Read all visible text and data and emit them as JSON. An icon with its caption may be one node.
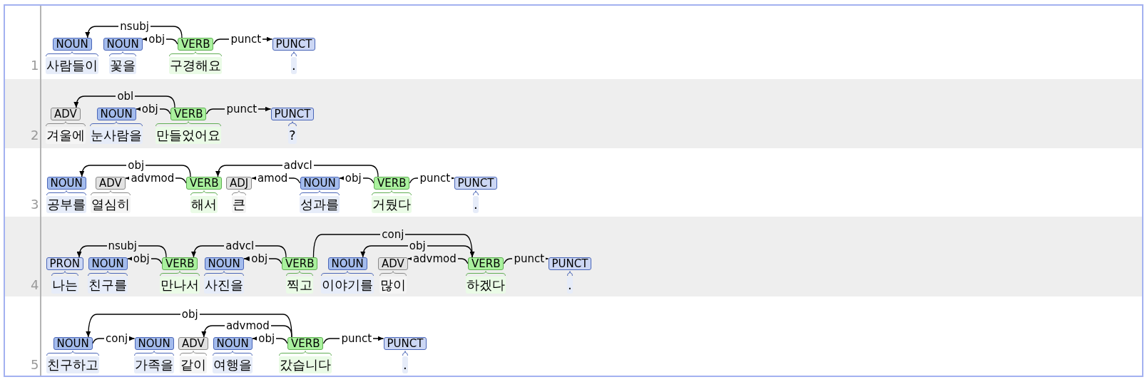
{
  "diagram": {
    "nodes": [
      {
        "text": [
          "1"
        ]
      },
      {
        "text": [
          "NOUN"
        ],
        "beside": [
          "사람들이"
        ],
        "in": 0
      },
      {
        "text": [
          "NOUN"
        ],
        "beside": [
          "꽃을"
        ],
        "in": 0
      },
      {
        "text": [
          "VERB"
        ],
        "beside": [
          "구경해요"
        ],
        "in": 0
      },
      {
        "text": [
          "PUNCT"
        ],
        "beside": [
          "."
        ],
        "in": 0
      },
      {
        "text": [
          "2"
        ]
      },
      {
        "text": [
          "ADV"
        ],
        "beside": [
          "겨울에"
        ],
        "in": 5
      },
      {
        "text": [
          "NOUN"
        ],
        "beside": [
          "눈사람을"
        ],
        "in": 5
      },
      {
        "text": [
          "VERB"
        ],
        "beside": [
          "만들었어요"
        ],
        "in": 5
      },
      {
        "text": [
          "PUNCT"
        ],
        "beside": [
          "?"
        ],
        "in": 5
      },
      {
        "text": [
          "3"
        ]
      },
      {
        "text": [
          "NOUN"
        ],
        "beside": [
          "공부를"
        ],
        "in": 10
      },
      {
        "text": [
          "ADV"
        ],
        "beside": [
          "열심히"
        ],
        "in": 10
      },
      {
        "text": [
          "VERB"
        ],
        "beside": [
          "해서"
        ],
        "in": 10
      },
      {
        "text": [
          "ADJ"
        ],
        "beside": [
          "큰"
        ],
        "in": 10
      },
      {
        "text": [
          "NOUN"
        ],
        "beside": [
          "성과를"
        ],
        "in": 10
      },
      {
        "text": [
          "VERB"
        ],
        "beside": [
          "거뒀다"
        ],
        "in": 10
      },
      {
        "text": [
          "PUNCT"
        ],
        "beside": [
          "."
        ],
        "in": 10
      },
      {
        "text": [
          "4"
        ]
      },
      {
        "text": [
          "PRON"
        ],
        "beside": [
          "나는"
        ],
        "in": 18
      },
      {
        "text": [
          "NOUN"
        ],
        "beside": [
          "친구를"
        ],
        "in": 18
      },
      {
        "text": [
          "VERB"
        ],
        "beside": [
          "만나서"
        ],
        "in": 18
      },
      {
        "text": [
          "NOUN"
        ],
        "beside": [
          "사진을"
        ],
        "in": 18
      },
      {
        "text": [
          "VERB"
        ],
        "beside": [
          "찍고"
        ],
        "in": 18
      },
      {
        "text": [
          "NOUN"
        ],
        "beside": [
          "이야기를"
        ],
        "in": 18
      },
      {
        "text": [
          "ADV"
        ],
        "beside": [
          "많이"
        ],
        "in": 18
      },
      {
        "text": [
          "VERB"
        ],
        "beside": [
          "하겠다"
        ],
        "in": 18
      },
      {
        "text": [
          "PUNCT"
        ],
        "beside": [
          "."
        ],
        "in": 18
      },
      {
        "text": [
          "5"
        ]
      },
      {
        "text": [
          "NOUN"
        ],
        "beside": [
          "친구하고"
        ],
        "in": 28
      },
      {
        "text": [
          "NOUN"
        ],
        "beside": [
          "가족을"
        ],
        "in": 28
      },
      {
        "text": [
          "ADV"
        ],
        "beside": [
          "같이"
        ],
        "in": 28
      },
      {
        "text": [
          "NOUN"
        ],
        "beside": [
          "여행을"
        ],
        "in": 28
      },
      {
        "text": [
          "VERB"
        ],
        "beside": [
          "갔습니다"
        ],
        "in": 28
      },
      {
        "text": [
          "PUNCT"
        ],
        "beside": [
          "."
        ],
        "in": 28
      }
    ],
    "edges": [
      {
        "from": 3,
        "to": 1,
        "arrow": "to",
        "label": "nsubj"
      },
      {
        "from": 3,
        "to": 2,
        "arrow": "to",
        "label": "obj"
      },
      {
        "from": 3,
        "to": 4,
        "arrow": "to",
        "label": "punct"
      },
      {
        "from": 8,
        "to": 6,
        "arrow": "to",
        "label": "obl"
      },
      {
        "from": 8,
        "to": 7,
        "arrow": "to",
        "label": "obj"
      },
      {
        "from": 8,
        "to": 9,
        "arrow": "to",
        "label": "punct"
      },
      {
        "from": 13,
        "to": 11,
        "arrow": "to",
        "label": "obj"
      },
      {
        "from": 13,
        "to": 12,
        "arrow": "to",
        "label": "advmod"
      },
      {
        "from": 16,
        "to": 13,
        "arrow": "to",
        "label": "advcl"
      },
      {
        "from": 15,
        "to": 14,
        "arrow": "to",
        "label": "amod"
      },
      {
        "from": 16,
        "to": 15,
        "arrow": "to",
        "label": "obj"
      },
      {
        "from": 16,
        "to": 17,
        "arrow": "to",
        "label": "punct"
      },
      {
        "from": 21,
        "to": 19,
        "arrow": "to",
        "label": "nsubj"
      },
      {
        "from": 21,
        "to": 20,
        "arrow": "to",
        "label": "obj"
      },
      {
        "from": 23,
        "to": 21,
        "arrow": "to",
        "label": "advcl"
      },
      {
        "from": 23,
        "to": 22,
        "arrow": "to",
        "label": "obj"
      },
      {
        "from": 23,
        "to": 26,
        "arrow": "to",
        "label": "conj"
      },
      {
        "from": 26,
        "to": 24,
        "arrow": "to",
        "label": "obj"
      },
      {
        "from": 26,
        "to": 25,
        "arrow": "to",
        "label": "advmod"
      },
      {
        "from": 26,
        "to": 27,
        "arrow": "to",
        "label": "punct"
      },
      {
        "from": 33,
        "to": 29,
        "arrow": "to",
        "label": "obj"
      },
      {
        "from": 29,
        "to": 30,
        "arrow": "to",
        "label": "conj"
      },
      {
        "from": 33,
        "to": 31,
        "arrow": "to",
        "label": "advmod"
      },
      {
        "from": 33,
        "to": 32,
        "arrow": "to",
        "label": "obj"
      },
      {
        "from": 33,
        "to": 34,
        "arrow": "to",
        "label": "punct"
      }
    ]
  }
}
